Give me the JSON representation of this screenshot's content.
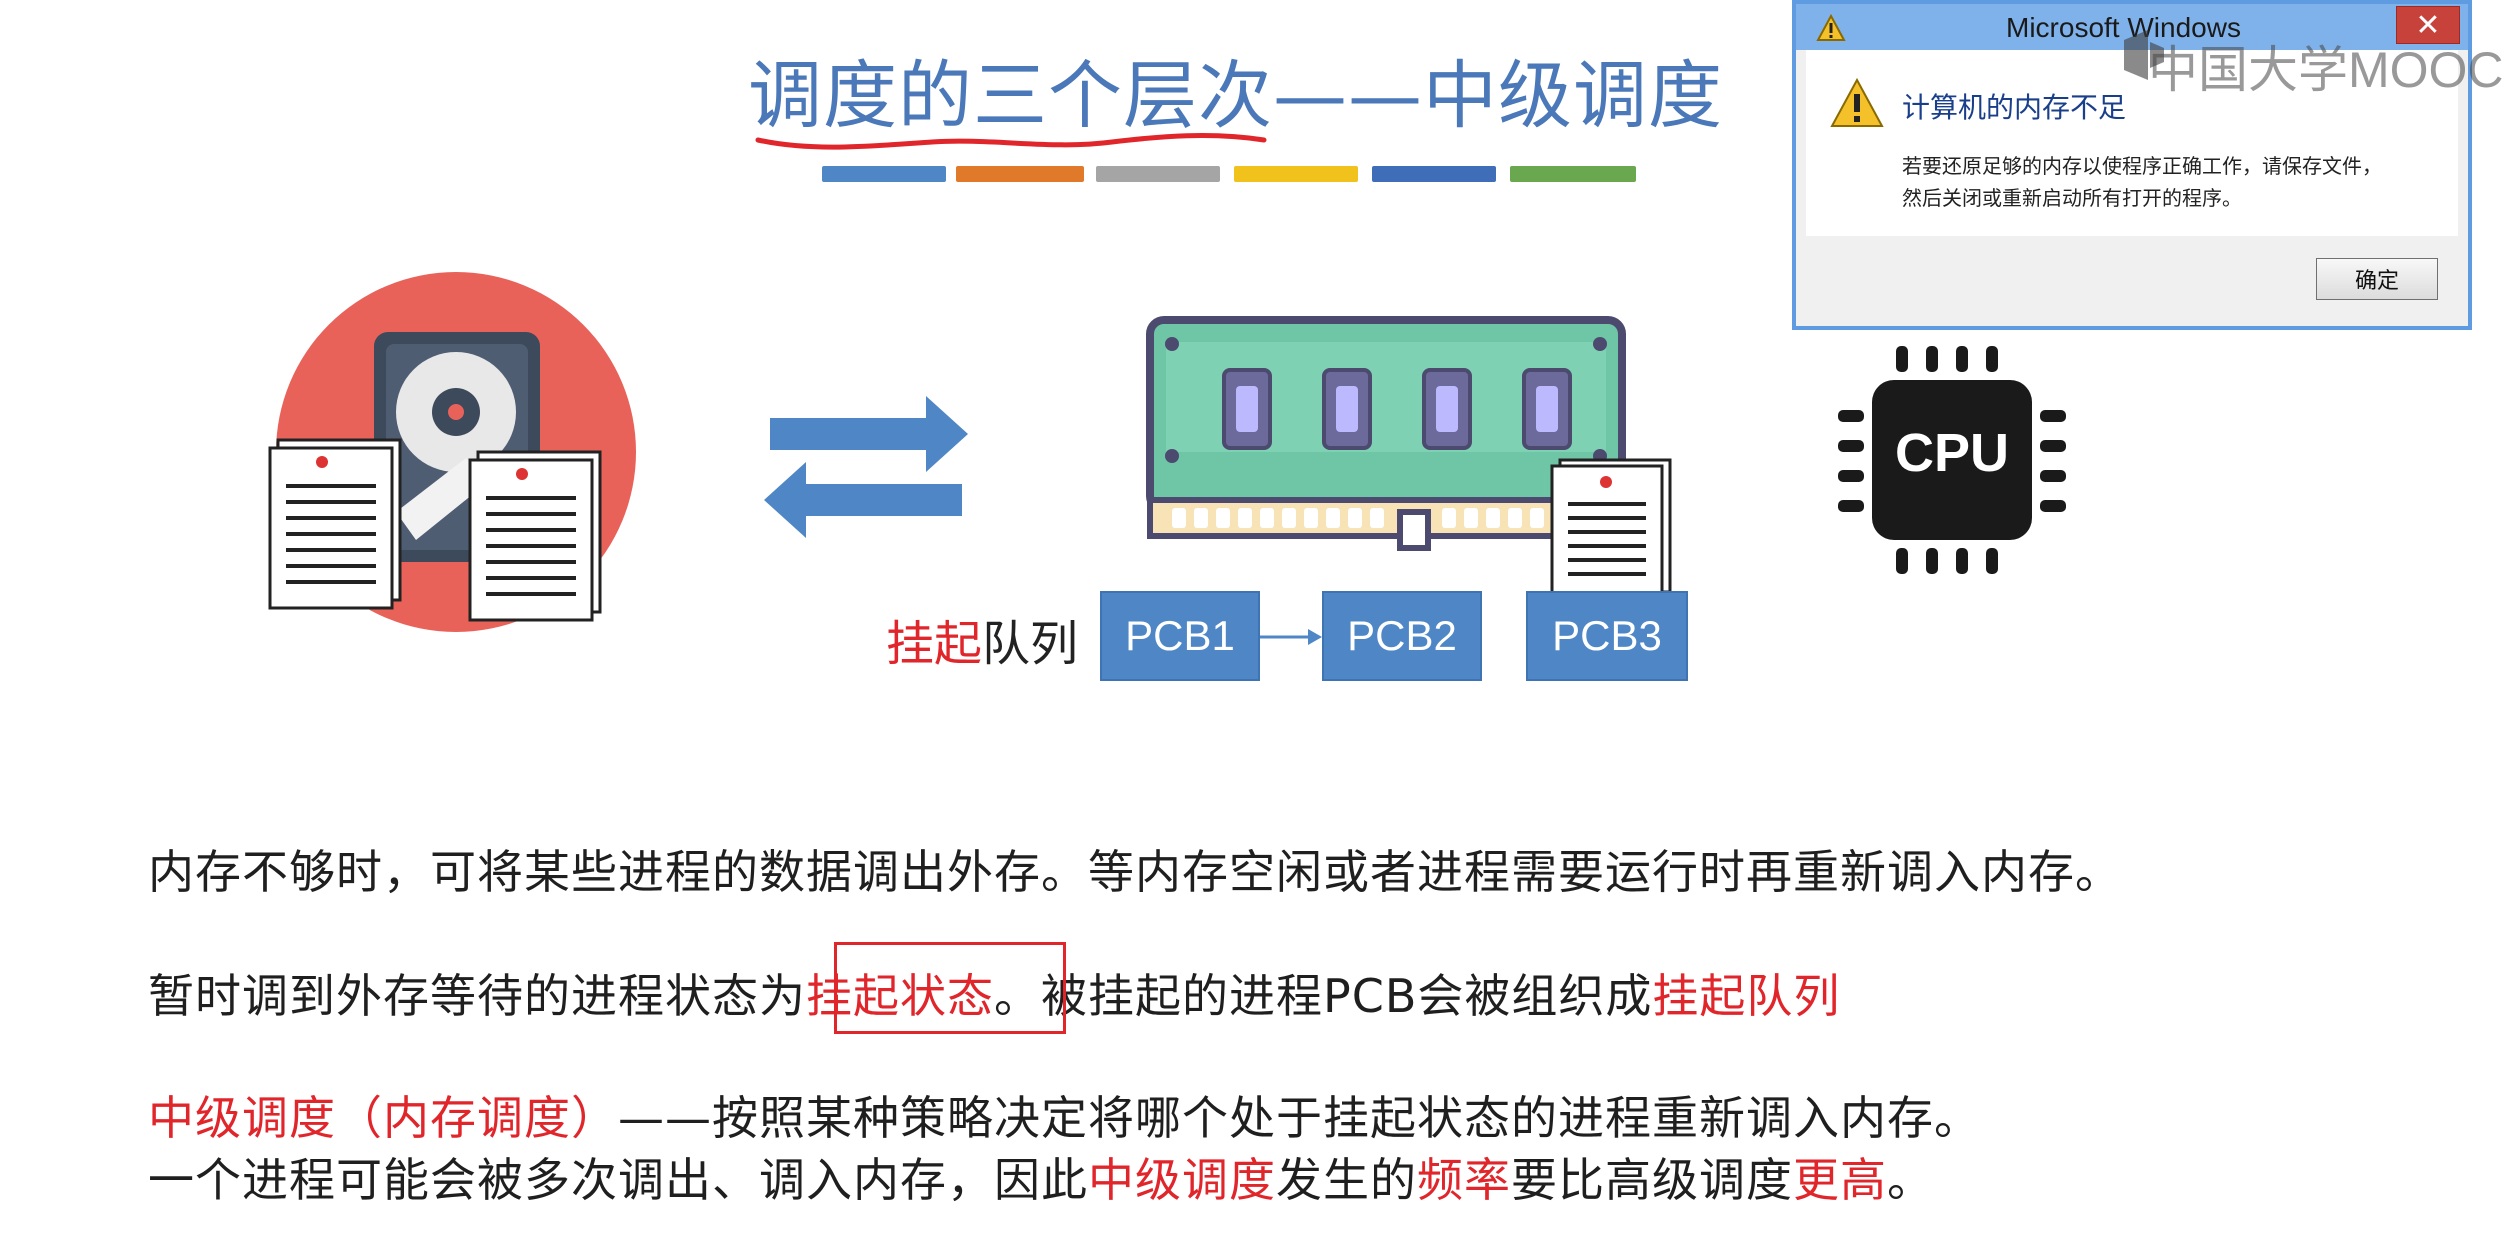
{
  "slide": {
    "title_main": "调度的三个层次",
    "title_dash": "——",
    "title_sub": "中级调度",
    "color_bars": [
      "#4f86c6",
      "#e07a2a",
      "#a5a5a5",
      "#f0c21b",
      "#3f6db8",
      "#6aa84f"
    ]
  },
  "diagram": {
    "disk_icon": "hard-disk-with-documents-icon",
    "ram_icon": "memory-module-icon",
    "cpu_label": "CPU",
    "queue_label_red": "挂起",
    "queue_label_rest": "队列",
    "pcbs": [
      "PCB1",
      "PCB2",
      "PCB3"
    ]
  },
  "body": {
    "line1": "内存不够时，可将某些进程的数据调出外存。等内存空闲或者进程需要运行时再重新调入内存。",
    "line2_a": "暂时调到外存等待的进程状态为",
    "line2_b": "挂起状态",
    "line2_c": "。被挂起的进程PCB会被组织成",
    "line2_d": "挂起队列",
    "line3_a": "中级调度（内存调度）",
    "line3_b": "——按照某种策略决定将哪个处于挂起状态的进程重新调入内存。",
    "line4_a": "一个进程可能会被多次调出、调入内存，因此",
    "line4_b": "中级调度",
    "line4_c": "发生的",
    "line4_d": "频率",
    "line4_e": "要比高级调度",
    "line4_f": "更高",
    "line4_g": "。"
  },
  "dialog": {
    "title": "Microsoft Windows",
    "close_label": "✕",
    "heading": "计算机的内存不足",
    "message_line1": "若要还原足够的内存以使程序正确工作，请保存文件，",
    "message_line2": "然后关闭或重新启动所有打开的程序。",
    "ok_label": "确定",
    "icon": "warning-icon"
  },
  "watermark": {
    "text": "中国大学MOOC"
  },
  "colors": {
    "title_blue": "#4a78b8",
    "accent_red": "#e0262b",
    "pcb_blue": "#4f86c6"
  }
}
